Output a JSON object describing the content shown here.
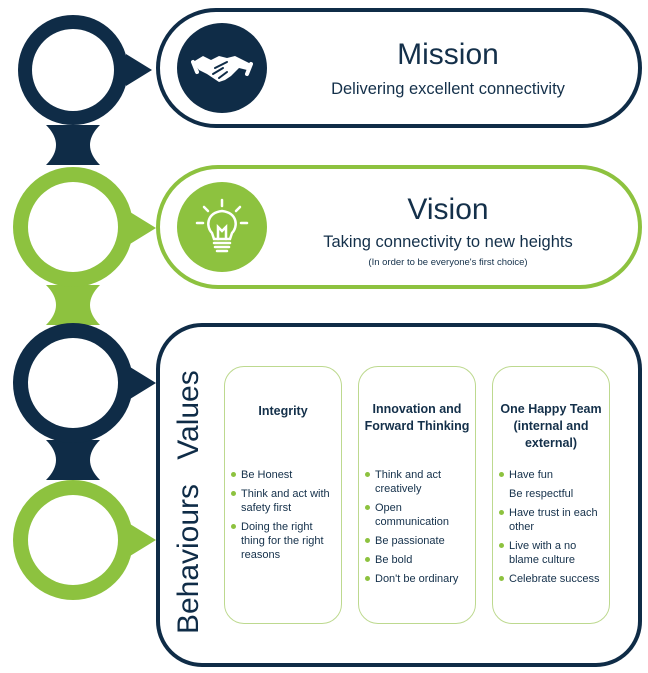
{
  "colors": {
    "navy": "#0f2c47",
    "green": "#8dc23f",
    "light_green": "#bdd98f"
  },
  "mission": {
    "title": "Mission",
    "subtitle": "Delivering excellent connectivity",
    "icon": "handshake-icon"
  },
  "vision": {
    "title": "Vision",
    "subtitle": "Taking connectivity to new heights",
    "note": "(In order to be everyone's first choice)",
    "icon": "lightbulb-icon"
  },
  "values_label": "Values",
  "behaviours_label": "Behaviours",
  "columns": [
    {
      "title": "Integrity",
      "items": [
        "Be Honest",
        "Think and act with safety first",
        "Doing the right thing for the right reasons"
      ]
    },
    {
      "title": "Innovation and Forward Thinking",
      "items": [
        "Think and act creatively",
        "Open communication",
        "Be passionate",
        "Be bold",
        "Don't be ordinary"
      ]
    },
    {
      "title": "One Happy Team (internal and external)",
      "items": [
        "Have fun",
        "Be respectful",
        "Have trust in each other",
        "Live with a no blame culture",
        "Celebrate success"
      ],
      "no_bullet": [
        1
      ]
    }
  ]
}
